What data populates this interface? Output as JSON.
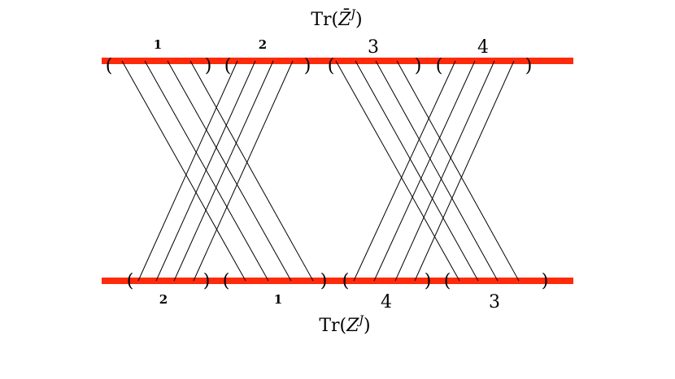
{
  "top_trace": {
    "prefix": "Tr(",
    "symbol": "Z̄",
    "superscript": "J",
    "suffix": ")"
  },
  "bottom_trace": {
    "prefix": "Tr(",
    "symbol": "Z",
    "superscript": "J",
    "suffix": ")"
  },
  "top_groups": [
    {
      "label": "1",
      "open": "(",
      "close": ")"
    },
    {
      "label": "2",
      "open": "(",
      "close": ")"
    },
    {
      "label": "3",
      "open": "(",
      "close": ")"
    },
    {
      "label": "4",
      "open": "(",
      "close": ")"
    }
  ],
  "bottom_groups": [
    {
      "label": "2",
      "open": "(",
      "close": ")"
    },
    {
      "label": "1",
      "open": "(",
      "close": ")"
    },
    {
      "label": "4",
      "open": "(",
      "close": ")"
    },
    {
      "label": "3",
      "open": "(",
      "close": ")"
    }
  ],
  "colors": {
    "bar": "#ff2a0a",
    "line": "#000000"
  }
}
